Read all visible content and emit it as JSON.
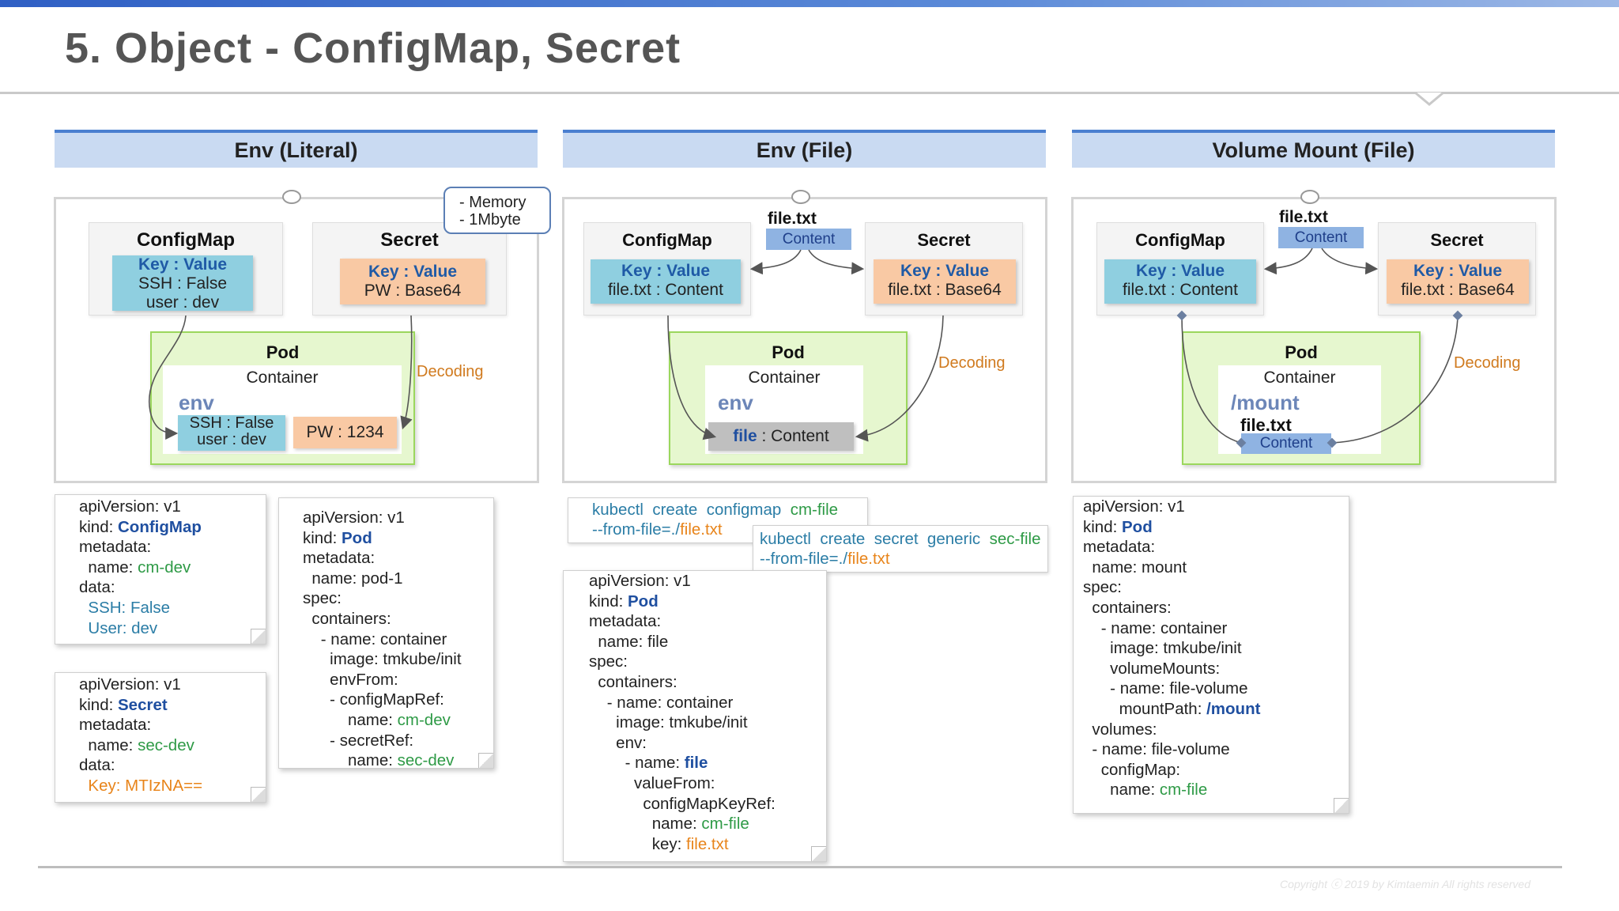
{
  "title": "5. Object - ConfigMap, Secret",
  "columns": [
    {
      "label": "Env (Literal)"
    },
    {
      "label": "Env (File)"
    },
    {
      "label": "Volume Mount (File)"
    }
  ],
  "literal": {
    "callout": [
      "- Memory",
      "- 1Mbyte"
    ],
    "configmap": {
      "title": "ConfigMap",
      "head": "Key : Value",
      "lines": [
        "SSH : False",
        "user : dev"
      ]
    },
    "secret": {
      "title": "Secret",
      "head": "Key : Value",
      "lines": [
        "PW : Base64"
      ]
    },
    "pod": {
      "title": "Pod",
      "container": "Container",
      "env": "env",
      "env_lines": [
        "SSH : False",
        "user : dev"
      ],
      "pw": "PW : 1234"
    },
    "decoding": "Decoding"
  },
  "file": {
    "filetxt": "file.txt",
    "content_tag": "Content",
    "configmap": {
      "title": "ConfigMap",
      "head": "Key : Value",
      "line": "file.txt : Content"
    },
    "secret": {
      "title": "Secret",
      "head": "Key : Value",
      "line": "file.txt : Base64"
    },
    "pod": {
      "title": "Pod",
      "container": "Container",
      "env": "env",
      "file_key": "file",
      "file_rest": " : Content"
    },
    "decoding": "Decoding"
  },
  "volume": {
    "filetxt": "file.txt",
    "content_tag": "Content",
    "configmap": {
      "title": "ConfigMap",
      "head": "Key : Value",
      "line": "file.txt : Content"
    },
    "secret": {
      "title": "Secret",
      "head": "Key : Value",
      "line": "file.txt : Base64"
    },
    "pod": {
      "title": "Pod",
      "container": "Container",
      "mount": "/mount",
      "file": "file.txt",
      "content": "Content"
    },
    "decoding": "Decoding"
  },
  "yaml_cm_literal": [
    {
      "t": "apiVersion: v1"
    },
    {
      "t": "kind: ",
      "v": "ConfigMap",
      "c": "blue"
    },
    {
      "t": "metadata:"
    },
    {
      "t": "  name: ",
      "v": "cm-dev",
      "c": "green"
    },
    {
      "t": "data:"
    },
    {
      "t": "  ",
      "v": "SSH: False",
      "c": "teal"
    },
    {
      "t": "  ",
      "v": "User: dev",
      "c": "teal"
    }
  ],
  "yaml_secret_literal": [
    {
      "t": "apiVersion: v1"
    },
    {
      "t": "kind: ",
      "v": "Secret",
      "c": "blue"
    },
    {
      "t": "metadata:"
    },
    {
      "t": "  name: ",
      "v": "sec-dev",
      "c": "green"
    },
    {
      "t": "data:"
    },
    {
      "t": "  ",
      "v": "Key: MTIzNA==",
      "c": "orange"
    }
  ],
  "yaml_pod_literal": [
    {
      "t": "apiVersion: v1"
    },
    {
      "t": "kind: ",
      "v": "Pod",
      "c": "blue"
    },
    {
      "t": "metadata:"
    },
    {
      "t": "  name: pod-1"
    },
    {
      "t": "spec:"
    },
    {
      "t": "  containers:"
    },
    {
      "t": "    - name: container"
    },
    {
      "t": "      image: tmkube/init"
    },
    {
      "t": "      envFrom:"
    },
    {
      "t": "      - configMapRef:"
    },
    {
      "t": "          name: ",
      "v": "cm-dev",
      "c": "green"
    },
    {
      "t": "      - secretRef:"
    },
    {
      "t": "          name: ",
      "v": "sec-dev",
      "c": "green"
    }
  ],
  "cmd_configmap": {
    "pre": "kubectl  create  configmap  ",
    "name": "cm-file",
    "l2pre": "--from-file=./",
    "file": "file.txt"
  },
  "cmd_secret": {
    "pre": "kubectl  create  secret  generic  ",
    "name": "sec-file",
    "l2pre": "--from-file=./",
    "file": "file.txt"
  },
  "yaml_pod_file": [
    {
      "t": "apiVersion: v1"
    },
    {
      "t": "kind: ",
      "v": "Pod",
      "c": "blue"
    },
    {
      "t": "metadata:"
    },
    {
      "t": "  name: file"
    },
    {
      "t": "spec:"
    },
    {
      "t": "  containers:"
    },
    {
      "t": "    - name: container"
    },
    {
      "t": "      image: tmkube/init"
    },
    {
      "t": "      env:"
    },
    {
      "t": "        - name: ",
      "v": "file",
      "c": "blue"
    },
    {
      "t": "          valueFrom:"
    },
    {
      "t": "            configMapKeyRef:"
    },
    {
      "t": "              name: ",
      "v": "cm-file",
      "c": "green"
    },
    {
      "t": "              key: ",
      "v": "file.txt",
      "c": "orange"
    }
  ],
  "yaml_pod_volume": [
    {
      "t": "apiVersion: v1"
    },
    {
      "t": "kind: ",
      "v": "Pod",
      "c": "blue"
    },
    {
      "t": "metadata:"
    },
    {
      "t": "  name: mount"
    },
    {
      "t": "spec:"
    },
    {
      "t": "  containers:"
    },
    {
      "t": "    - name: container"
    },
    {
      "t": "      image: tmkube/init"
    },
    {
      "t": "      volumeMounts:"
    },
    {
      "t": "      - name: file-volume"
    },
    {
      "t": "        mountPath: ",
      "v": "/mount",
      "c": "blue"
    },
    {
      "t": "  volumes:"
    },
    {
      "t": "  - name: file-volume"
    },
    {
      "t": "    configMap:"
    },
    {
      "t": "      name: ",
      "v": "cm-file",
      "c": "green"
    }
  ],
  "copyright": "Copyright ⓒ 2019 by Kimtaemin All rights reserved",
  "colors": {
    "header_bg": "#c9daf2",
    "accent": "#4a7fd0",
    "kv_blue": "#8fcfe0",
    "kv_orange": "#f9c9a4",
    "pod_green": "#e6f7cf",
    "decoding": "#d07a1e"
  }
}
